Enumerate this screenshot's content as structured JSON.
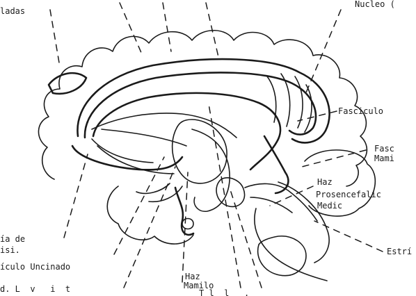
{
  "labels": {
    "top_left": "ladas",
    "top_right": "Nucleo (",
    "fasciculo": "Fasciculo",
    "fasc": "Fasc",
    "mami": "Mami",
    "haz_prosencefalico_1": "Haz",
    "haz_prosencefalico_2": "Prosencefalic",
    "haz_prosencefalico_3": "Medic",
    "estria": "Estrí",
    "ia_de": "ía de",
    "isi": "isi.",
    "uncinado": "ículo Uncinado",
    "bottom_left": "d. L  v   i  t",
    "haz_mamilo_1": "Haz",
    "haz_mamilo_2": "Mamilo",
    "bottom_center": "T l  l   ."
  },
  "colors": {
    "ink": "#1a1a1a",
    "paper": "#ffffff"
  }
}
